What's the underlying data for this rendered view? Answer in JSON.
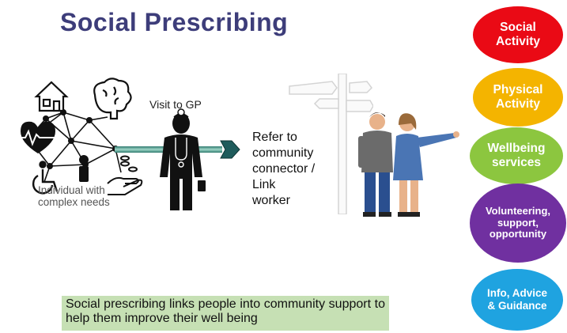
{
  "title": "Social Prescribing",
  "network": {
    "caption_line1": "Individual with",
    "caption_line2": "complex needs"
  },
  "gp": {
    "label": "Visit to GP"
  },
  "refer": {
    "line1": "Refer to",
    "line2": "community",
    "line3": "connector /",
    "line4": "Link",
    "line5": "worker"
  },
  "summary": "Social prescribing links people into community support to help them improve their well being",
  "categories": [
    {
      "label": "Social\nActivity",
      "color": "#ea0a15"
    },
    {
      "label": "Physical\nActivity",
      "color": "#f4b400"
    },
    {
      "label": "Wellbeing\nservices",
      "color": "#8cc63f"
    },
    {
      "label": "Volunteering,\nsupport,\nopportunity",
      "color": "#7030a0"
    },
    {
      "label": "Info, Advice\n& Guidance",
      "color": "#1fa3e0"
    }
  ],
  "colors": {
    "title": "#3d3d7a",
    "connector": "#1f5c5c",
    "summary_bg": "#c6e0b4"
  }
}
